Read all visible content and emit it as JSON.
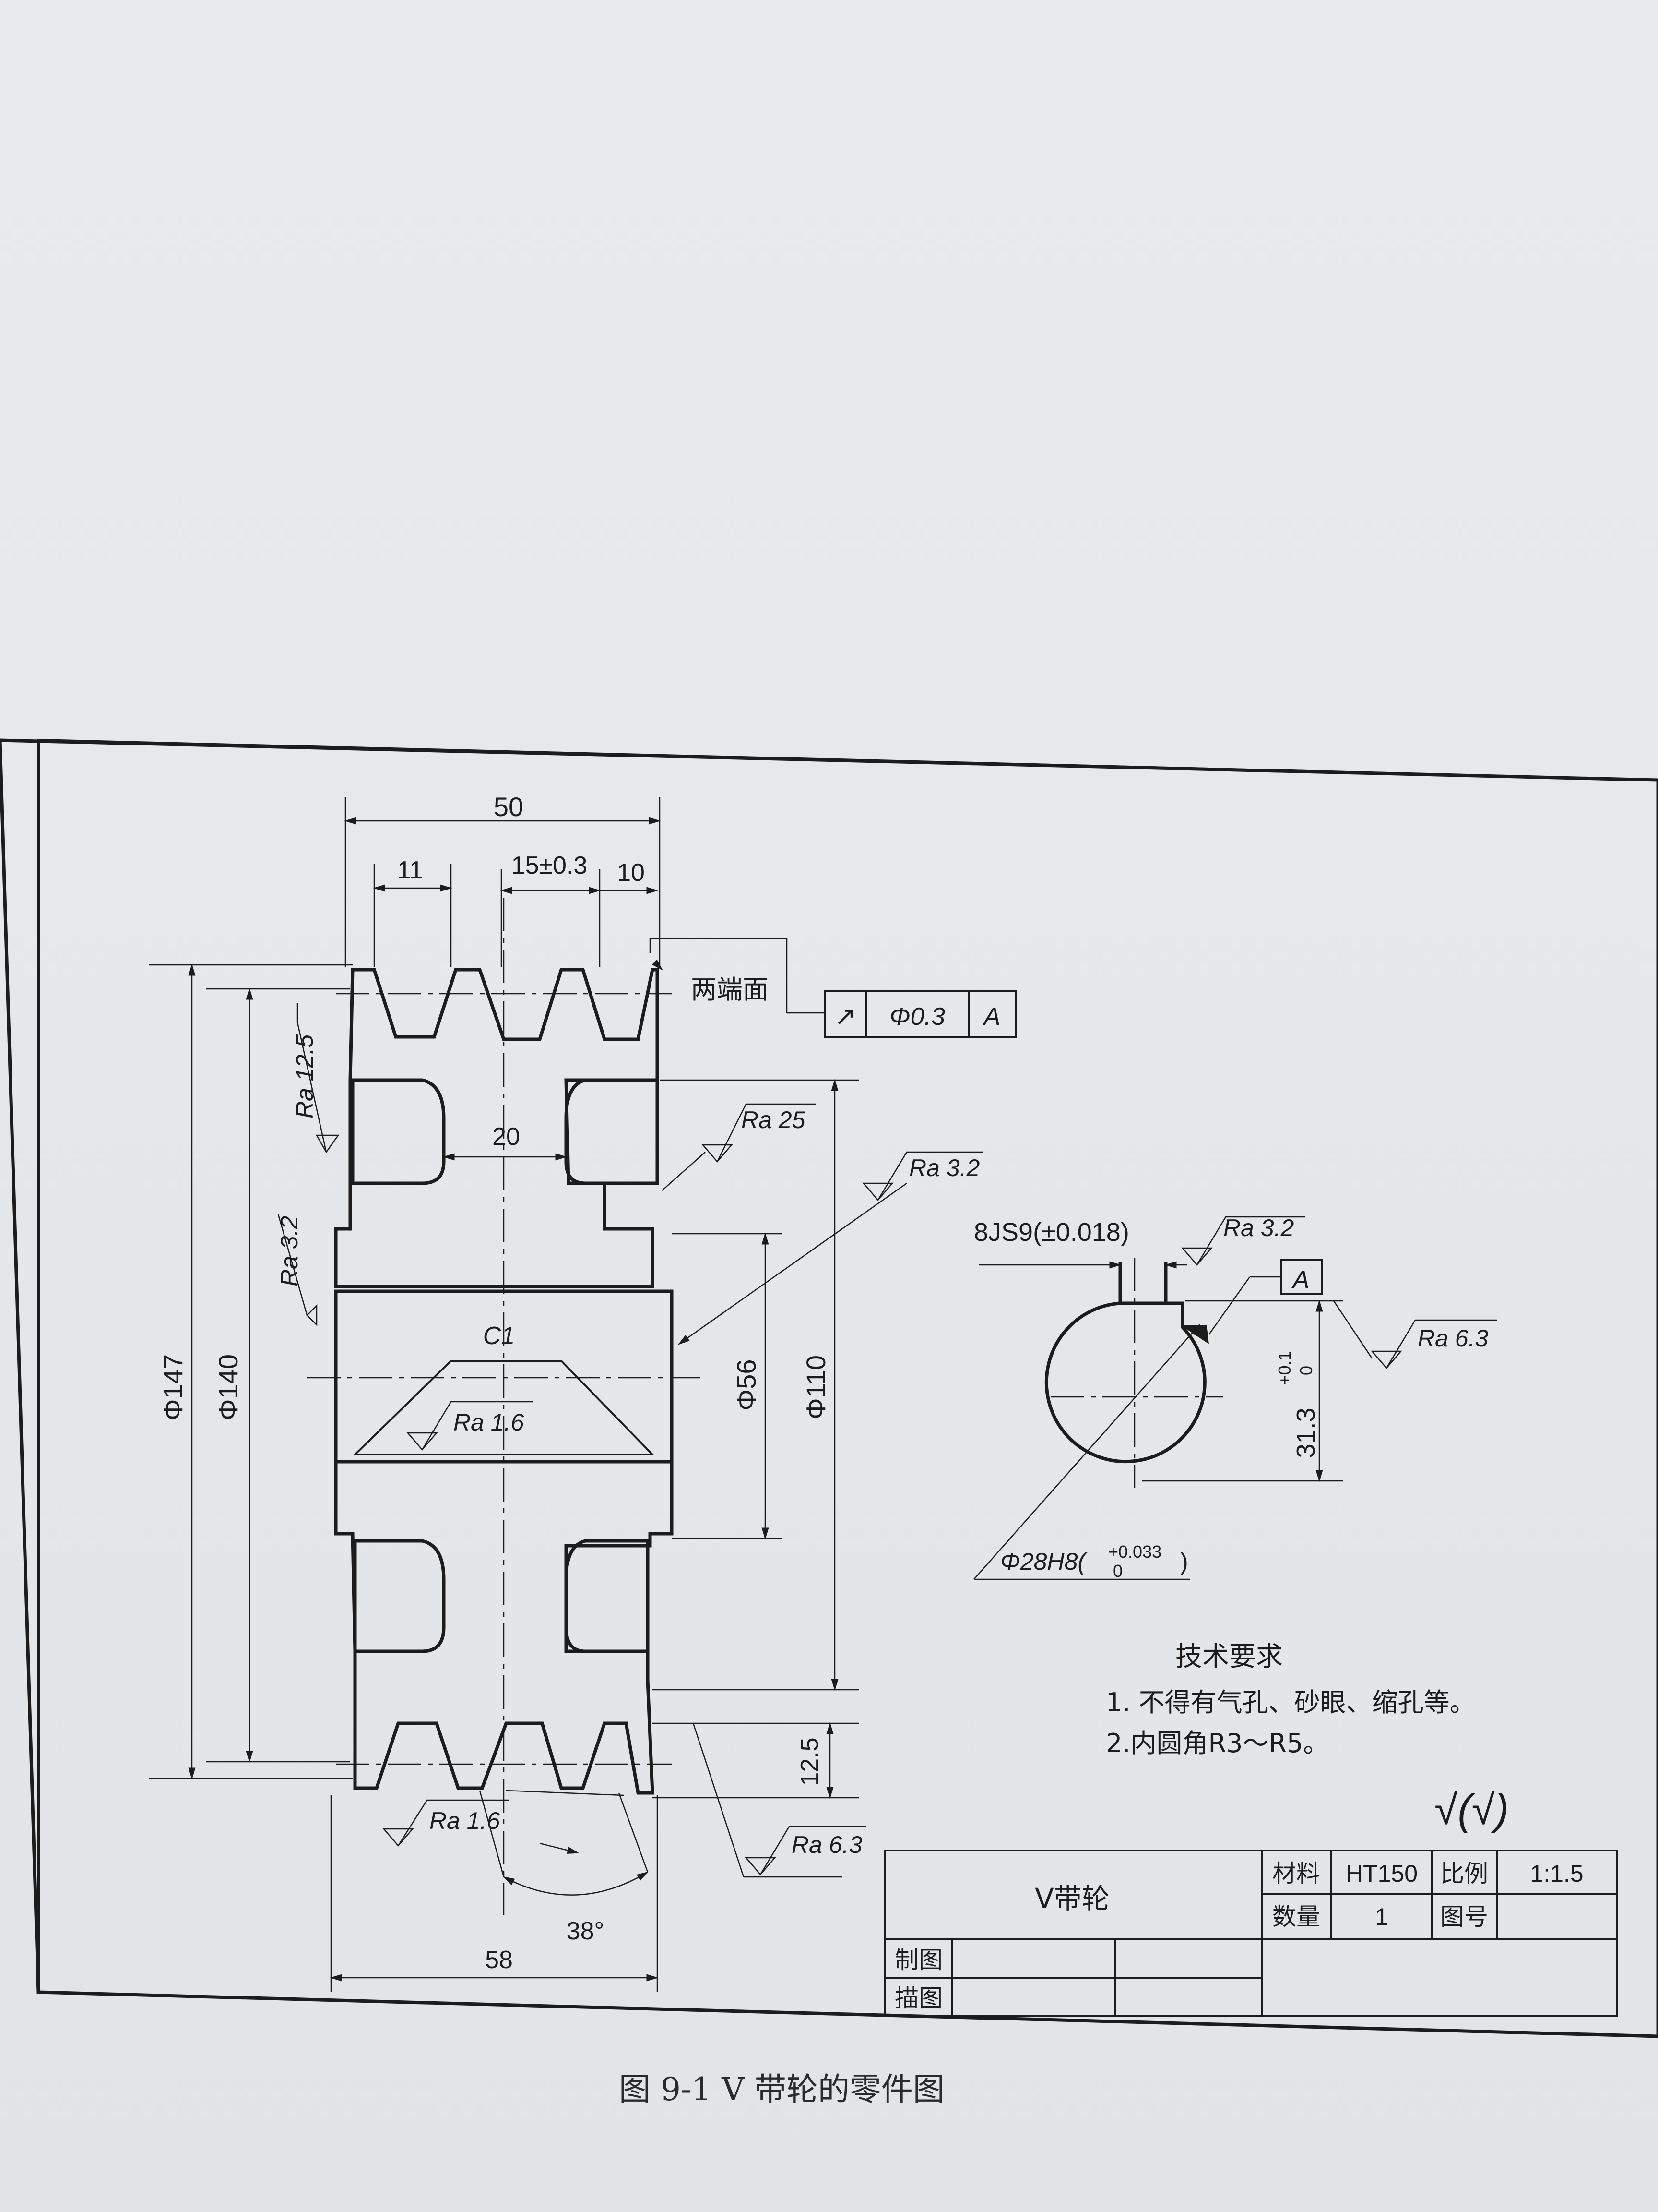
{
  "drawing": {
    "dims": {
      "width_50": "50",
      "width_11": "11",
      "groove_pitch": "15±0.3",
      "edge_10": "10",
      "hub_20": "20",
      "width_58": "58",
      "groove_12_5": "12.5",
      "angle_38": "38°",
      "d147": "Φ147",
      "d140": "Φ140",
      "d56": "Φ56",
      "d110": "Φ110",
      "chamfer": "C1"
    },
    "roughness": {
      "ra12_5": "Ra 12.5",
      "ra25": "Ra 25",
      "ra3_2_right": "Ra 3.2",
      "ra3_2_left": "Ra 3.2",
      "ra1_6_bore": "Ra 1.6",
      "ra1_6_groove": "Ra 1.6",
      "ra6_3_bottom": "Ra 6.3",
      "ra3_2_key": "Ra 3.2",
      "ra6_3_key": "Ra 6.3"
    },
    "tolerance": {
      "note": "两端面",
      "symbol": "↗",
      "value": "Φ0.3",
      "datum": "A"
    },
    "section": {
      "keyway": "8JS9(±0.018)",
      "datum": "A",
      "depth": "31.3",
      "depth_upper": "+0.1",
      "depth_lower": "0",
      "bore": "Φ28H8(",
      "bore_upper": "+0.033",
      "bore_lower": "0",
      "bore_close": ")"
    }
  },
  "requirements": {
    "title": "技术要求",
    "items": [
      "1. 不得有气孔、砂眼、缩孔等。",
      "2.内圆角R3～R5。"
    ]
  },
  "mark": "√(√)",
  "title_block": {
    "part_name": "V带轮",
    "material_label": "材料",
    "material": "HT150",
    "scale_label": "比例",
    "scale": "1:1.5",
    "qty_label": "数量",
    "qty": "1",
    "drawing_no_label": "图号",
    "drawn_label": "制图",
    "traced_label": "描图"
  },
  "caption": "图 9-1   V 带轮的零件图"
}
